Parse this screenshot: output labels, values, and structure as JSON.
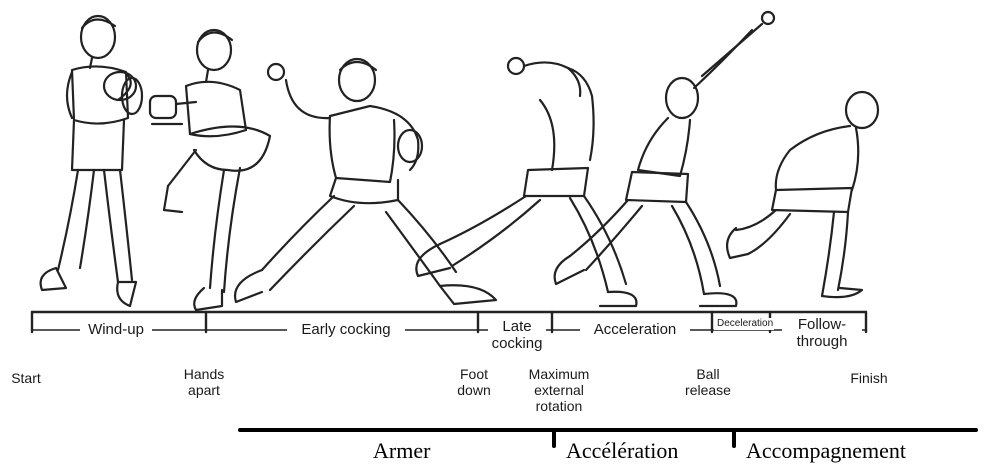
{
  "phases": [
    {
      "label": "Wind-up"
    },
    {
      "label": "Early cocking"
    },
    {
      "label": "Late cocking"
    },
    {
      "label": "Acceleration"
    },
    {
      "label": "Deceleration"
    },
    {
      "label": "Follow-through"
    }
  ],
  "events": [
    {
      "label": "Start"
    },
    {
      "label": "Hands apart"
    },
    {
      "label": "Foot down"
    },
    {
      "label": "Maximum external rotation"
    },
    {
      "label": "Ball release"
    },
    {
      "label": "Finish"
    }
  ],
  "french_phases": [
    {
      "label": "Armer"
    },
    {
      "label": "Accélération"
    },
    {
      "label": "Accompagnement"
    }
  ],
  "colors": {
    "ink": "#1a1a1a",
    "background": "#ffffff"
  }
}
